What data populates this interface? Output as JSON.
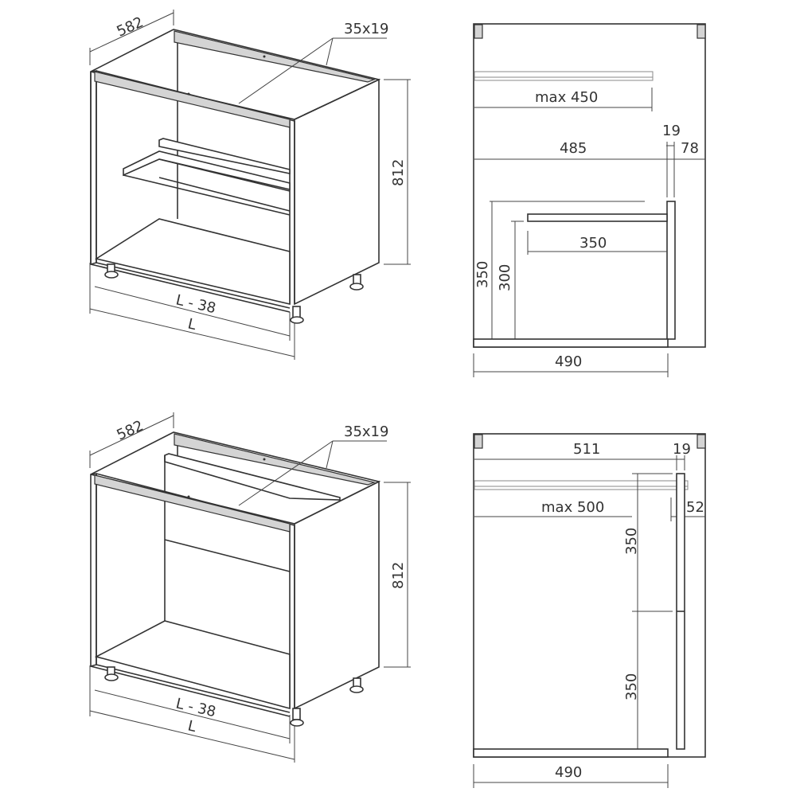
{
  "top_left": {
    "depth": "582",
    "rail": "35x19",
    "height": "812",
    "inner_width": "L - 38",
    "width": "L"
  },
  "top_right": {
    "max_slide": "max 450",
    "inner_depth": "485",
    "panel_thickness": "19",
    "back_gap": "78",
    "drawer_depth": "350",
    "front_height": "350",
    "drawer_height": "300",
    "base_depth": "490"
  },
  "bottom_left": {
    "depth": "582",
    "rail": "35x19",
    "height": "812",
    "inner_width": "L - 38",
    "width": "L"
  },
  "bottom_right": {
    "inner_depth": "511",
    "panel_thickness": "19",
    "max_slide": "max 500",
    "back_gap": "52",
    "front_upper": "350",
    "front_lower": "350",
    "base_depth": "490"
  },
  "colors": {
    "line": "#333333",
    "rail_fill": "#d4d4d4"
  }
}
